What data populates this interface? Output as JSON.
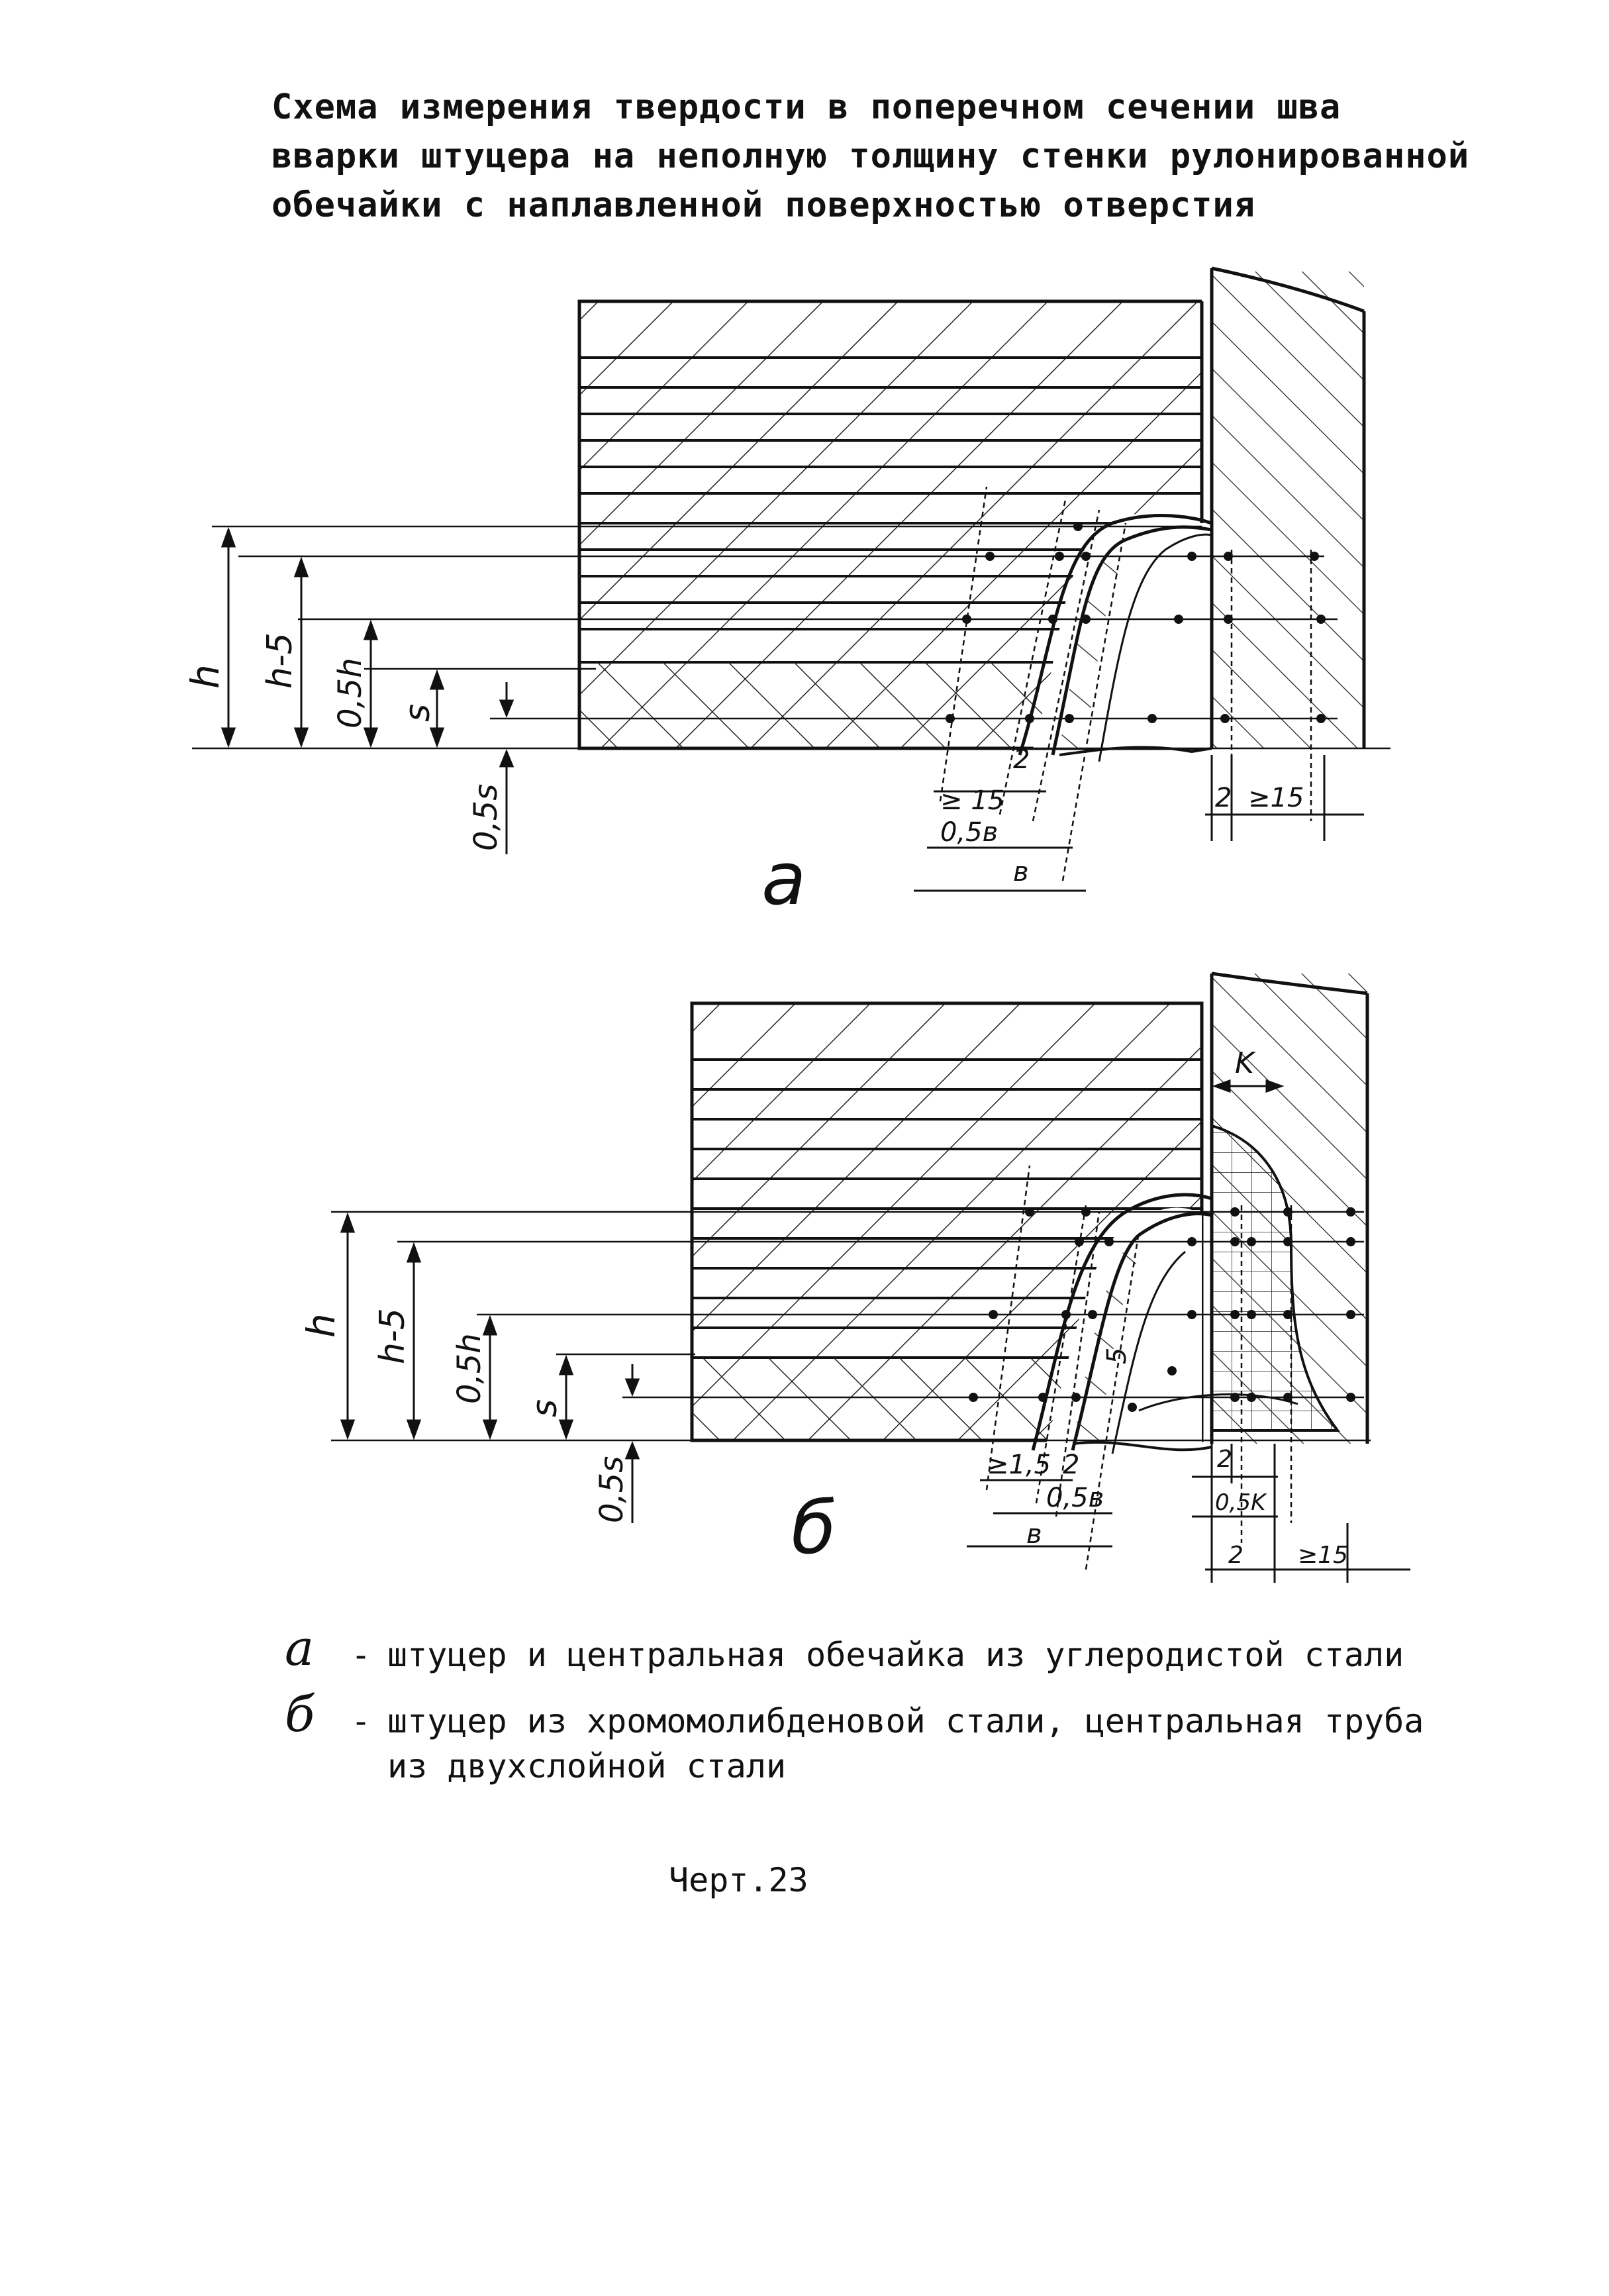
{
  "title_lines": [
    "Схема измерения твердости в поперечном сечении шва",
    "вварки штуцера на неполную толщину стенки рулонированной",
    "обечайки с наплавленной поверхностью отверстия"
  ],
  "figure_a": {
    "label": "а",
    "dims": {
      "h": "h",
      "h5": "h-5",
      "half_h": "0,5h",
      "s": "s",
      "half_s": "0,5s",
      "ge15_left": "≥ 15",
      "two_left": "2",
      "half_b": "0,5в",
      "b": "в",
      "two_right": "2",
      "ge15_right": "≥15"
    }
  },
  "figure_b": {
    "label": "б",
    "dims": {
      "h": "h",
      "h5": "h-5",
      "half_h": "0,5h",
      "s": "s",
      "half_s": "0,5s",
      "ge15_left": "≥1,5",
      "two_left": "2",
      "half_b": "0,5в",
      "b": "в",
      "k": "K",
      "five": "5",
      "two_right": "2",
      "half_k": "0,5K",
      "two_bottom": "2",
      "ge15_right": "≥15"
    }
  },
  "legend": [
    {
      "key": "а",
      "text": "штуцер и центральная обечайка из углеродистой стали"
    },
    {
      "key": "б",
      "text": "штуцер из хромомолибденовой стали, центральная труба",
      "text2": "из двухслойной стали"
    }
  ],
  "caption": "Черт.23"
}
